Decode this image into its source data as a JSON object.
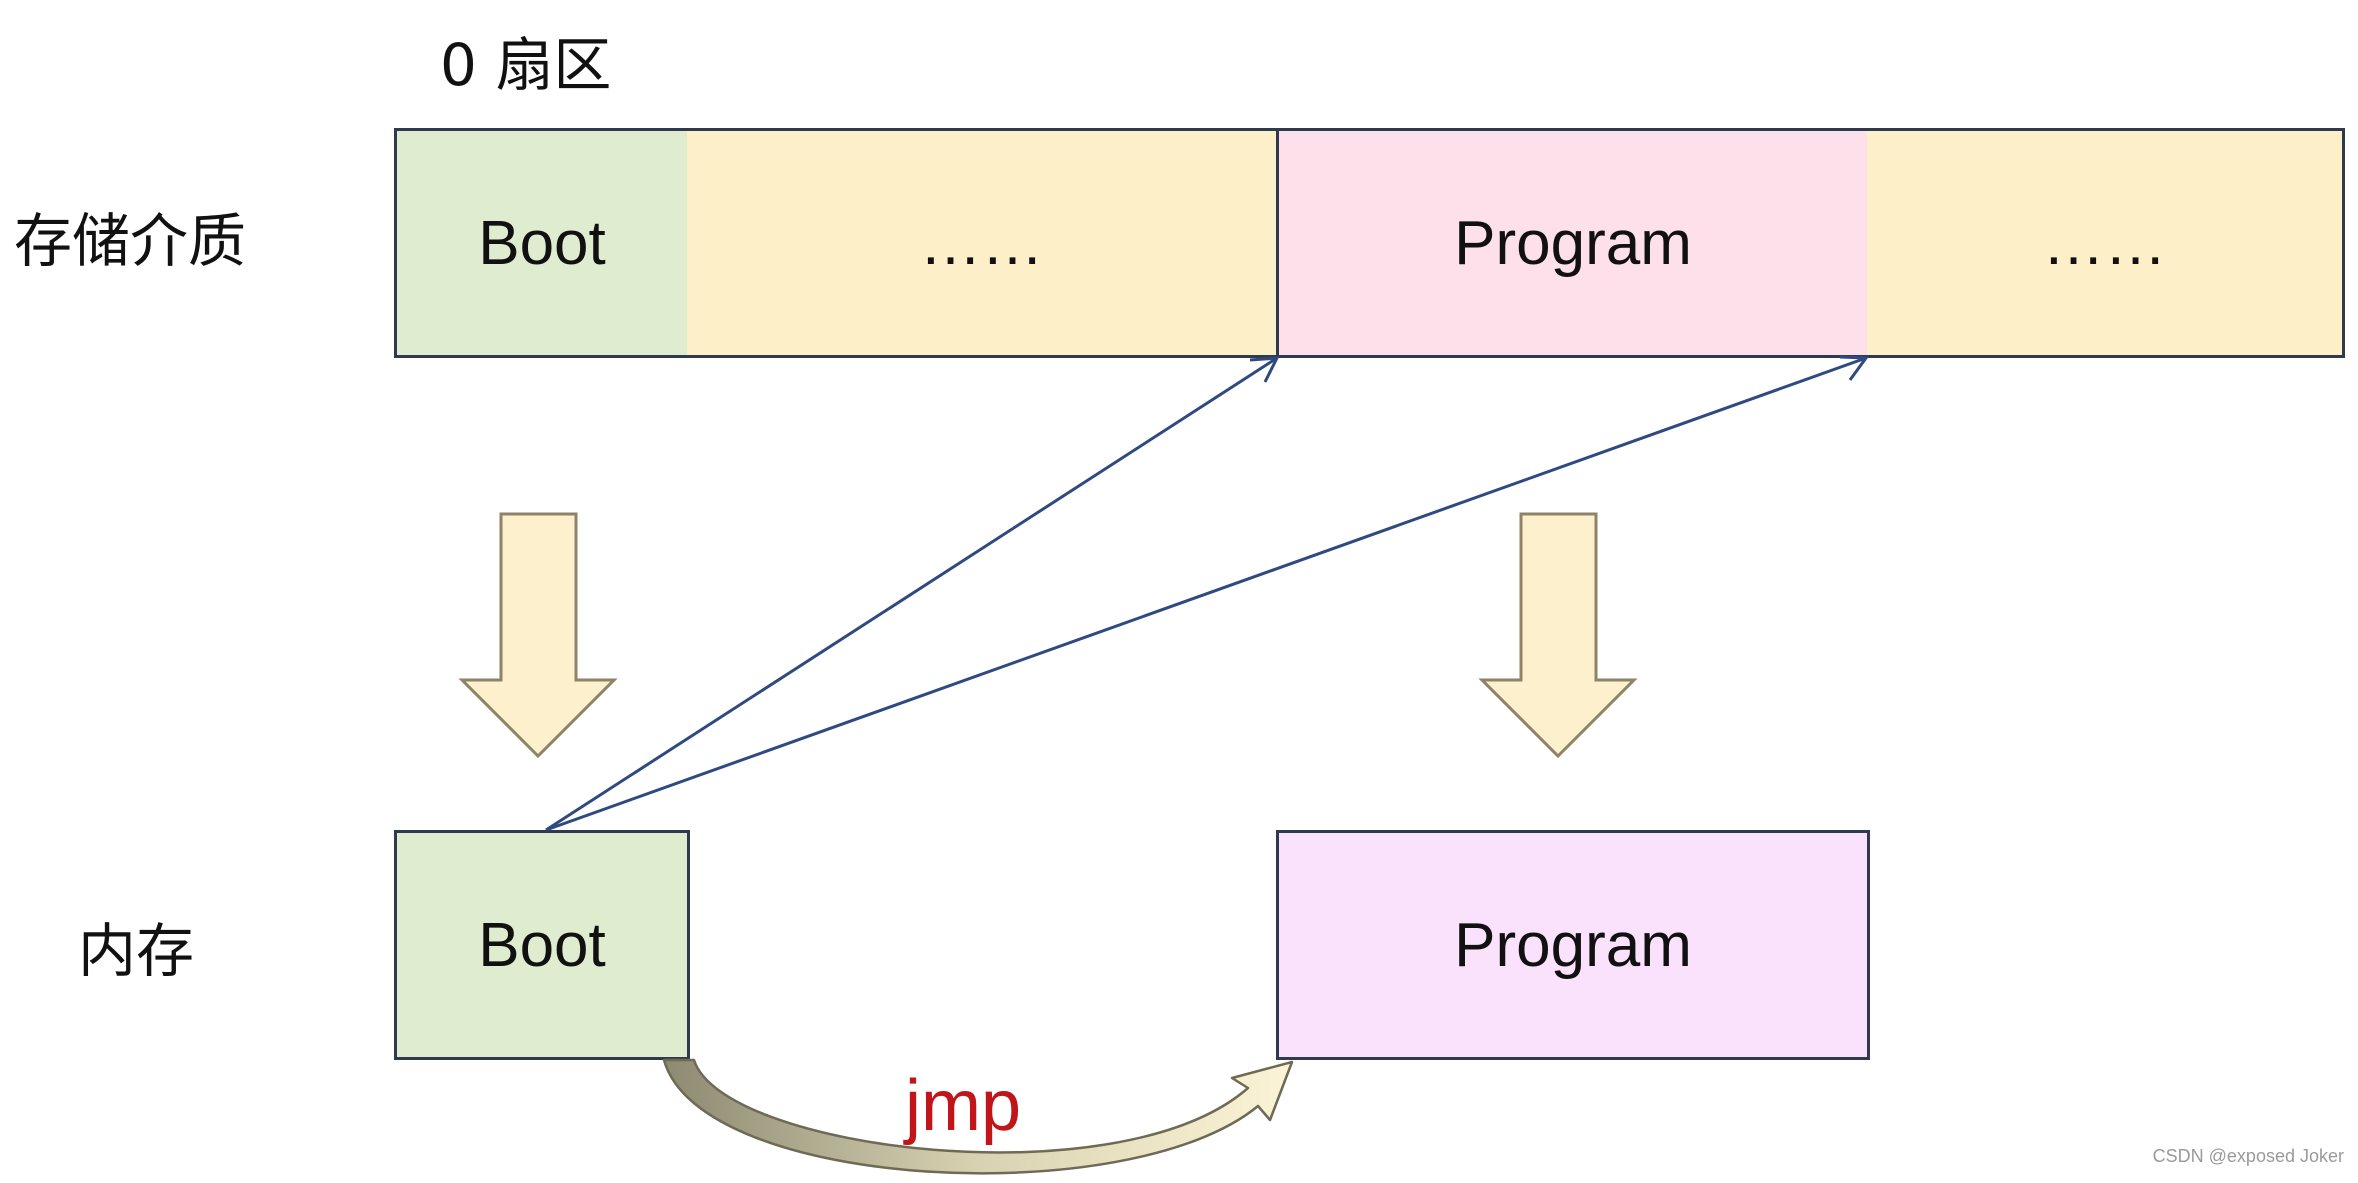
{
  "labels": {
    "sector_zero": "0 扇区",
    "storage_medium": "存储介质",
    "memory": "内存",
    "jump": "jmp"
  },
  "storage_row": {
    "cells": [
      "Boot",
      "……",
      "Program",
      "……"
    ]
  },
  "memory_row": {
    "boot": "Boot",
    "program": "Program"
  },
  "watermark": "CSDN @exposed Joker",
  "colors": {
    "boot_fill": "#dfecd0",
    "gap_fill": "#fdefc8",
    "program_storage_fill": "#fde0ea",
    "program_memory_fill": "#fbe2fc",
    "block_arrow_fill": "#fdf0cc",
    "block_arrow_stroke": "#8f8367",
    "pointer_line": "#2e4a80",
    "jmp_text": "#c2151a",
    "border": "#2f3a4e"
  },
  "connections": [
    {
      "from": "storage-boot",
      "to": "memory-boot",
      "kind": "load-arrow"
    },
    {
      "from": "storage-program",
      "to": "memory-program",
      "kind": "load-arrow"
    },
    {
      "from": "memory-boot",
      "to": "storage-program",
      "kind": "pointer-line"
    },
    {
      "from": "memory-boot",
      "to": "storage-gap-2",
      "kind": "pointer-line"
    },
    {
      "from": "memory-boot",
      "to": "memory-program",
      "kind": "jmp-curve"
    }
  ]
}
